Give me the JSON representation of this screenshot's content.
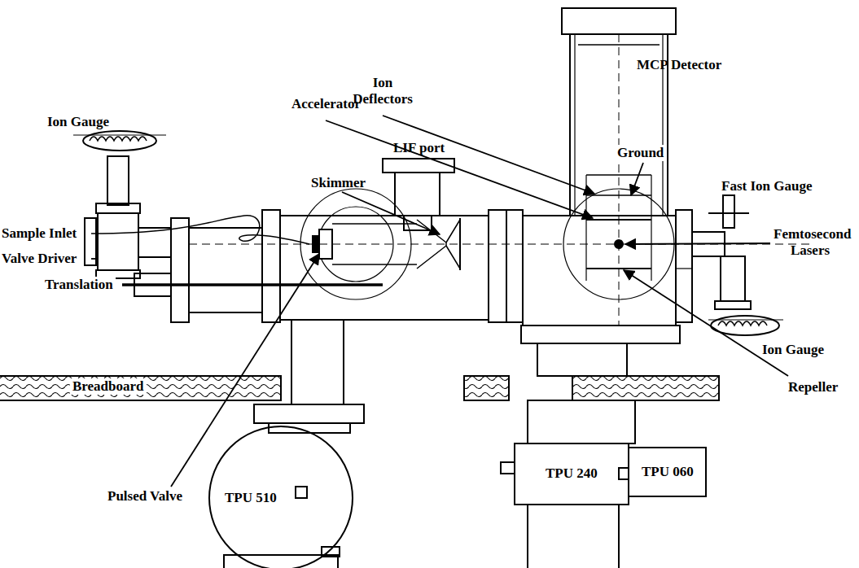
{
  "diagram": {
    "nodes": [
      {
        "text": [
          "TPU 510"
        ]
      },
      {
        "text": [
          "TPU 240"
        ]
      },
      {
        "text": [
          "TPU 060"
        ]
      }
    ],
    "labels": [
      "MCP Detector",
      "Ion Deflectors",
      "Accelerator",
      "Ground",
      "Ion Gauge",
      "LIF port",
      "Skimmer",
      "Fast Ion Gauge",
      "Sample Inlet",
      "Femtosecond Lasers",
      "Valve Driver",
      "Translation",
      "Ion Gauge",
      "Breadboard",
      "Repeller",
      "Pulsed Valve"
    ]
  }
}
